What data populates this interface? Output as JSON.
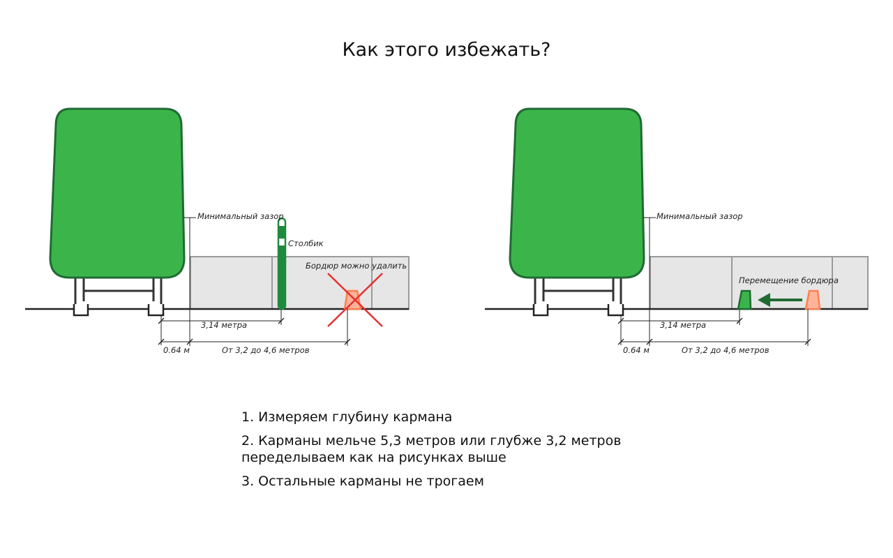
{
  "title": "Как этого избежать?",
  "colors": {
    "vehicle": "#3bb54a",
    "vehicle_stroke": "#1f6b34",
    "sidewalk": "#e6e6e6",
    "sidewalk_stroke": "#9a9a9a",
    "curb_orange": "#ff7f50",
    "curb_orange_fill": "#ffb49a",
    "cross": "#e63030",
    "arrow": "#1f6b34"
  },
  "left_diagram": {
    "labels": {
      "min_gap": "Минимальный зазор",
      "post": "Столбик",
      "curb_removable": "Бордюр можно удалить",
      "dim_314": "3,14 метра",
      "dim_064": "0.64 м",
      "dim_range": "От 3,2 до 4,6 метров"
    }
  },
  "right_diagram": {
    "labels": {
      "min_gap": "Минимальный зазор",
      "curb_move": "Перемещение бордюра",
      "dim_314": "3,14 метра",
      "dim_064": "0.64 м",
      "dim_range": "От 3,2 до 4,6 метров"
    }
  },
  "steps": [
    "1. Измеряем глубину кармана",
    "2. Карманы мельче 5,3 метров или глубже 3,2 метров переделываем как на рисунках выше",
    "3. Остальные карманы не трогаем"
  ]
}
